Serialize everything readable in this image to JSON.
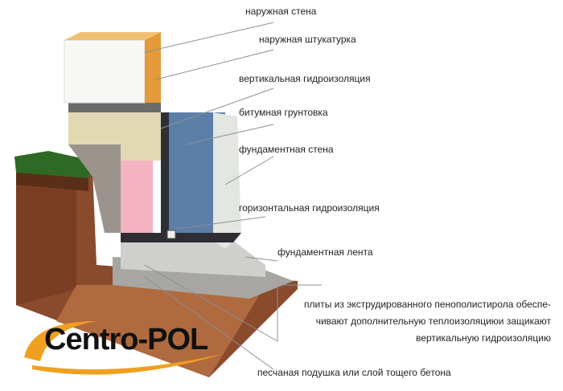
{
  "labels": {
    "outer_wall": "наружная стена",
    "outer_plaster": "наружная штукатурка",
    "vertical_waterproofing": "вертикальная гидроизоляция",
    "bitumen_primer": "битумная грунтовка",
    "foundation_wall": "фундаментная стена",
    "horizontal_waterproofing": "горизонтальная гидроизоляция",
    "foundation_strip": "фундаментная лента",
    "eps_note": [
      "плиты из экструдированного пенополистирола обеспе-",
      "чивают дополнительную теплоизоляциюи защикают",
      "вертикальную гидроизоляцию"
    ],
    "sand_cushion": "песчаная подушка или слой тощего бетона"
  },
  "logo": {
    "text": "Centro-POL"
  },
  "colors": {
    "soil": "#8a4a2c",
    "foam": "#f4b3c2",
    "waterproofing": "#5c7fa8",
    "brick": "#e49a3a"
  }
}
